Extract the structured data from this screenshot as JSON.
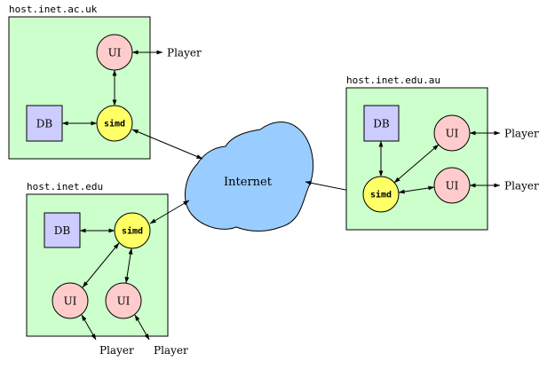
{
  "hosts": {
    "uk": {
      "label": "host.inet.ac.uk",
      "db": "DB",
      "server": "simd",
      "ui": [
        "UI"
      ],
      "players": [
        "Player"
      ]
    },
    "edu": {
      "label": "host.inet.edu",
      "db": "DB",
      "server": "simd",
      "ui": [
        "UI",
        "UI"
      ],
      "players": [
        "Player",
        "Player"
      ]
    },
    "au": {
      "label": "host.inet.edu.au",
      "db": "DB",
      "server": "simd",
      "ui": [
        "UI",
        "UI"
      ],
      "players": [
        "Player",
        "Player"
      ]
    }
  },
  "network": {
    "label": "Internet"
  },
  "colors": {
    "host_fill": "#ccffcc",
    "db_fill": "#ccccff",
    "ui_fill": "#ffcccc",
    "server_fill": "#ffff66",
    "cloud_fill": "#99ccff"
  }
}
